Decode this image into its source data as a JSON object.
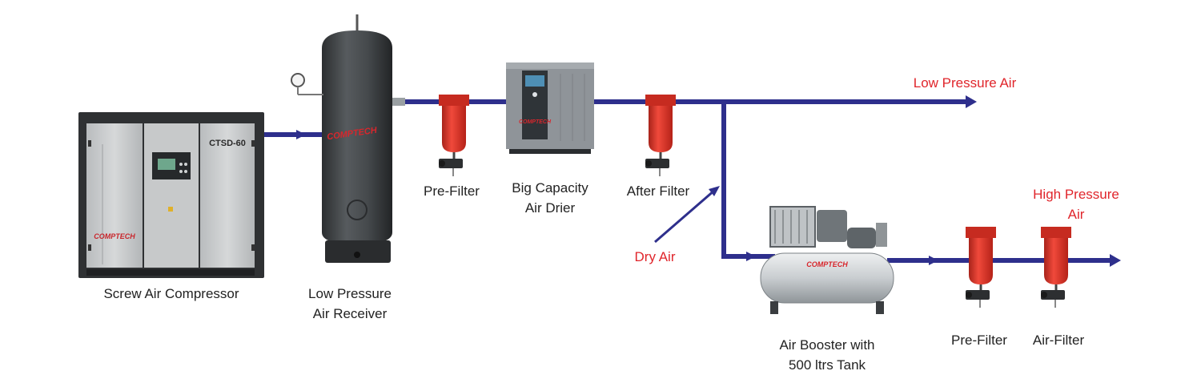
{
  "colors": {
    "pipe": "#2e2f8c",
    "red_label": "#e0252b",
    "black_label": "#222222",
    "filter_red": "#e23a2e",
    "filter_dark": "#b52218",
    "compressor_body": "#c9cbcc",
    "compressor_frame": "#2f3133",
    "tank_dark": "#3a3d3f",
    "drier_body": "#8f9499",
    "booster_tank": "#d3d6d8"
  },
  "brand": {
    "name": "COMPTECH",
    "model": "CTSD-60"
  },
  "labels": {
    "screw_air_compressor": "Screw Air Compressor",
    "low_pressure_receiver_1": "Low Pressure",
    "low_pressure_receiver_2": "Air Receiver",
    "pre_filter_1": "Pre-Filter",
    "air_drier_1": "Big Capacity",
    "air_drier_2": "Air Drier",
    "after_filter": "After Filter",
    "dry_air": "Dry Air",
    "low_pressure_air": "Low Pressure Air",
    "high_pressure_air_1": "High Pressure",
    "high_pressure_air_2": "Air",
    "air_booster_1": "Air Booster with",
    "air_booster_2": "500 ltrs Tank",
    "pre_filter_2": "Pre-Filter",
    "air_filter": "Air-Filter"
  }
}
